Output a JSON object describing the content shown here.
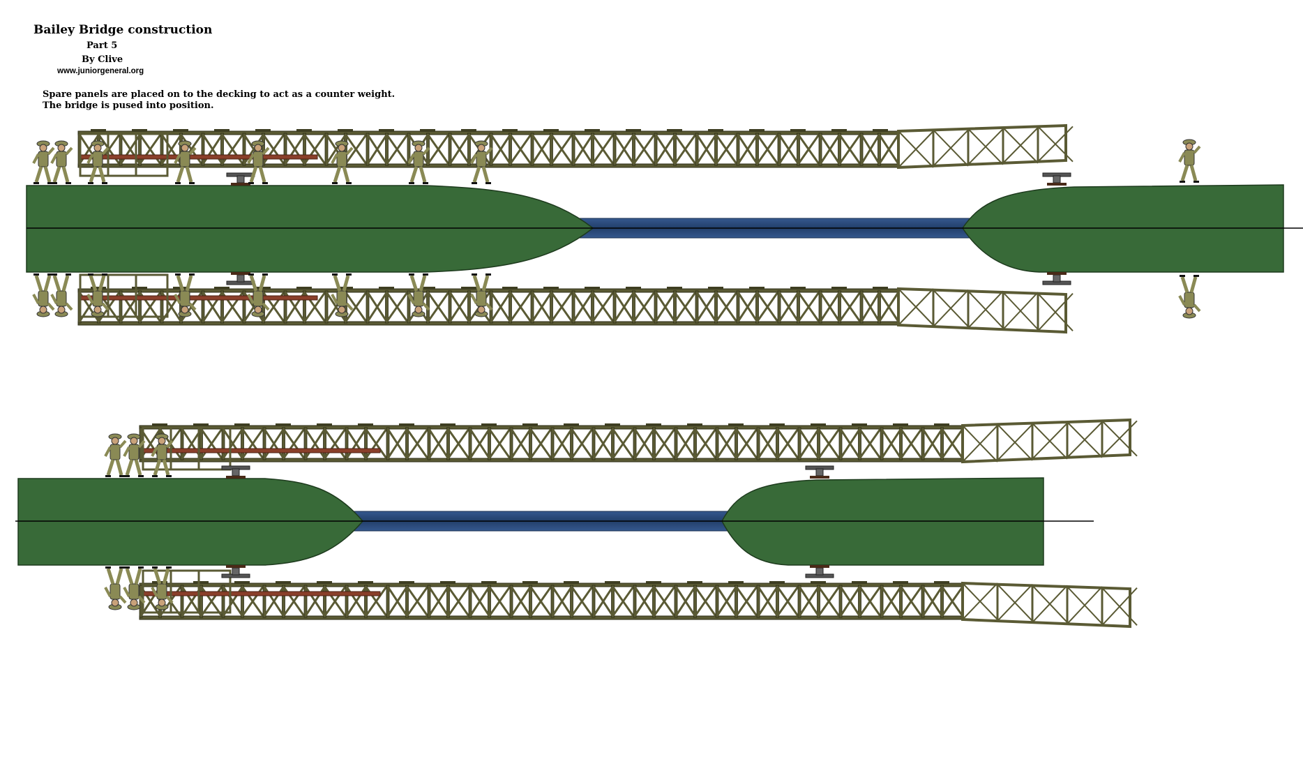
{
  "header": {
    "title": "Bailey Bridge construction",
    "part": "Part 5",
    "author": "By Clive",
    "website": "www.juniorgeneral.org"
  },
  "description": {
    "line1": "Spare panels are placed on to the decking to act as a counter weight.",
    "line2": "The bridge is pused into position."
  },
  "colors": {
    "grass": "#386a38",
    "water": "#2b4a7a",
    "truss": "#5a5a34",
    "soldier": "#8a8a55",
    "decking": "#8a3f2a"
  }
}
